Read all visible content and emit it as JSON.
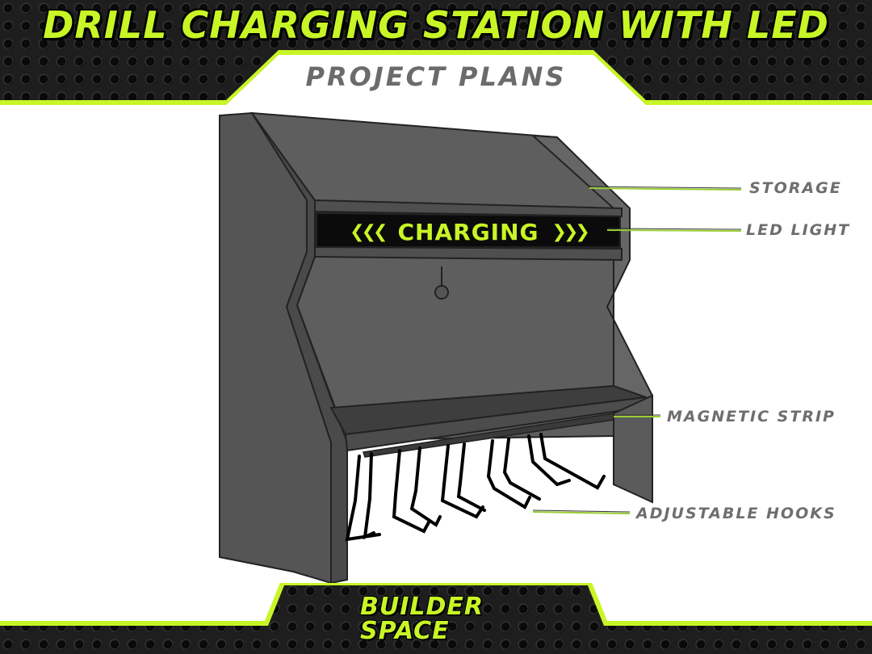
{
  "header": {
    "title": "DRILL CHARGING STATION WITH LED",
    "subtitle": "PROJECT PLANS"
  },
  "led_sign": {
    "text": "CHARGING",
    "left_arrows": "❮❮❮",
    "right_arrows": "❯❯❯"
  },
  "callouts": {
    "storage": "STORAGE",
    "led_light": "LED LIGHT",
    "magnetic_strip": "MAGNETIC STRIP",
    "adjustable_hooks": "ADJUSTABLE HOOKS"
  },
  "logo": {
    "line1": "BUILDER",
    "line2": "SPACE"
  },
  "colors": {
    "accent": "#c8f526",
    "banner_dark": "#1a1a1a",
    "cabinet": "#5a5a5a",
    "label": "#6e6e6e"
  }
}
